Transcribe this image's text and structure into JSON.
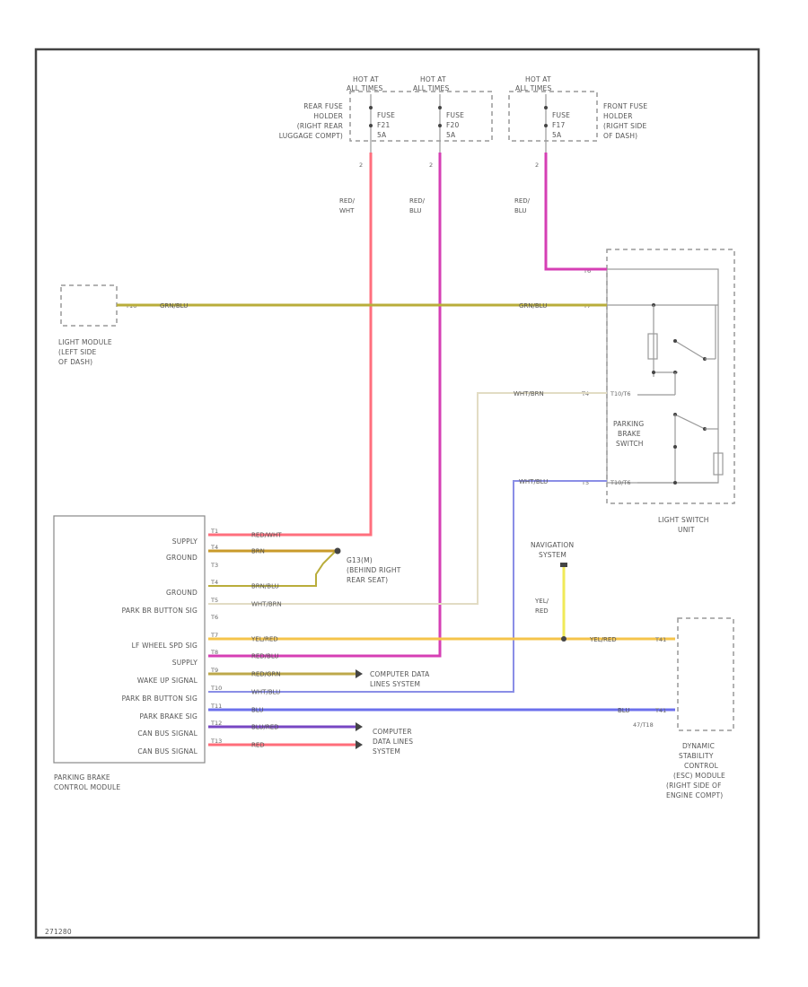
{
  "diagram_id": "271280",
  "fuses": [
    {
      "hot_line1": "HOT AT",
      "hot_line2": "ALL TIMES",
      "fuse": "FUSE",
      "num": "F21",
      "amp": "5A"
    },
    {
      "hot_line1": "HOT AT",
      "hot_line2": "ALL TIMES",
      "fuse": "FUSE",
      "num": "F20",
      "amp": "5A"
    },
    {
      "hot_line1": "HOT AT",
      "hot_line2": "ALL TIMES",
      "fuse": "FUSE",
      "num": "F17",
      "amp": "5A"
    }
  ],
  "rear_fuse_holder": [
    "REAR FUSE",
    "HOLDER",
    "(RIGHT REAR",
    "LUGGAGE COMPT)"
  ],
  "front_fuse_holder": [
    "FRONT FUSE",
    "HOLDER",
    "(RIGHT SIDE",
    "OF DASH)"
  ],
  "light_module": [
    "LIGHT MODULE",
    "(LEFT SIDE",
    "OF DASH)"
  ],
  "light_switch_unit": [
    "LIGHT SWITCH",
    "UNIT"
  ],
  "parking_brake_switch": [
    "PARKING",
    "BRAKE",
    "SWITCH"
  ],
  "ground_label": [
    "G13(M)",
    "(BEHIND RIGHT",
    "REAR SEAT)"
  ],
  "navigation": [
    "NAVIGATION",
    "SYSTEM"
  ],
  "computer_data_1": [
    "COMPUTER DATA",
    "LINES SYSTEM"
  ],
  "computer_data_2": [
    "COMPUTER",
    "DATA LINES",
    "SYSTEM"
  ],
  "esc_module": [
    "DYNAMIC",
    "STABILITY",
    "CONTROL",
    "(ESC) MODULE",
    "(RIGHT SIDE OF",
    "ENGINE COMPT)"
  ],
  "pbcm": {
    "title": [
      "PARKING BRAKE",
      "CONTROL MODULE"
    ],
    "rows": [
      {
        "name": "SUPPLY",
        "pin": "T1",
        "wire": "RED/WHT"
      },
      {
        "name": "GROUND",
        "pin": "T4",
        "wire": "BRN"
      },
      {
        "name": "",
        "pin": "T3",
        "wire": ""
      },
      {
        "name": "GROUND",
        "pin": "T4",
        "wire": "BRN/BLU"
      },
      {
        "name": "PARK BR BUTTON SIG",
        "pin": "T5",
        "wire": "WHT/BRN"
      },
      {
        "name": "",
        "pin": "T6",
        "wire": ""
      },
      {
        "name": "LF WHEEL SPD SIG",
        "pin": "T7",
        "wire": "YEL/RED"
      },
      {
        "name": "SUPPLY",
        "pin": "T8",
        "wire": "RED/BLU"
      },
      {
        "name": "WAKE UP SIGNAL",
        "pin": "T9",
        "wire": "RED/GRN"
      },
      {
        "name": "PARK BR BUTTON SIG",
        "pin": "T10",
        "wire": "WHT/BLU"
      },
      {
        "name": "PARK BRAKE SIG",
        "pin": "T11",
        "wire": "BLU"
      },
      {
        "name": "CAN BUS SIGNAL",
        "pin": "T12",
        "wire": "BLU/RED"
      },
      {
        "name": "CAN BUS SIGNAL",
        "pin": "T13",
        "wire": "RED"
      }
    ]
  },
  "wire_labels": {
    "fuse1": [
      "RED/",
      "WHT"
    ],
    "fuse2": [
      "RED/",
      "BLU"
    ],
    "fuse3": [
      "RED/",
      "BLU"
    ],
    "grn_blu": "GRN/BLU",
    "wht_brn": "WHT/BRN",
    "wht_blu": "WHT/BLU",
    "yel_red_left": "YEL/RED",
    "yel_red_right": "YEL/RED",
    "nav_yel": [
      "YEL/",
      "RED"
    ],
    "blu_right": "BLU"
  },
  "pins": {
    "light_module_t": "T16",
    "lsu_t1": "T6",
    "lsu_t2": "T7",
    "lsu_t3": "T4",
    "lsu_t4": "T5",
    "lsu_small1": "T10/T6",
    "lsu_small2": "T10/T6",
    "esc_t1": "T41",
    "esc_t2": "T41",
    "esc_conn": "47/T18",
    "fuse_pin": "2"
  },
  "colors": {
    "red_wht": "#ff6f7d",
    "red_blu": "#c777c6",
    "red_blu_magenta": "#d63fb4",
    "grn_blu": "#b9ad3b",
    "wht_brn": "#e2dcc4",
    "wht_blu": "#8a8ee6",
    "yel_red": "#f5c44b",
    "blu": "#6c70ec",
    "red_grn": "#bda84a",
    "blu_red": "#7747c3",
    "red": "#ff6d7a",
    "brn": "#c99a2a",
    "yel": "#f0ea58"
  }
}
